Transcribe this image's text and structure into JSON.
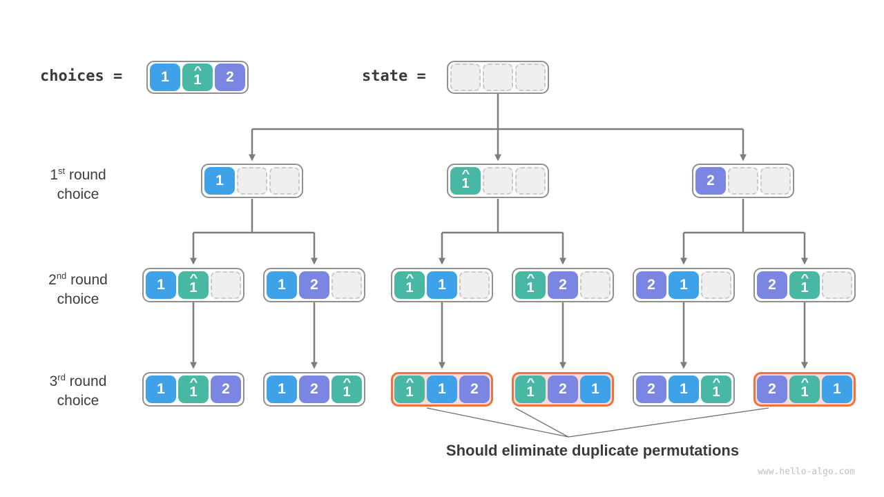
{
  "colors": {
    "cell_blue": "#3FA2E8",
    "cell_teal": "#48B8A5",
    "cell_purple": "#7B86E2",
    "empty_cell_fill": "#EFEFEF",
    "node_border": "#8F8F8F",
    "duplicate_border": "#F0703F",
    "duplicate_fill": "#FADCD6",
    "connector_gray": "#7D7D7D",
    "text_dark": "#3A3A3A",
    "watermark_gray": "#C0C0C0"
  },
  "header": {
    "choices_label": "choices =",
    "state_label": "state =",
    "choices": {
      "cells": [
        "1",
        "1̂",
        "2"
      ]
    },
    "state": {
      "cells": [
        "",
        "",
        ""
      ]
    }
  },
  "row_labels": [
    {
      "num": "1",
      "sup": "st",
      "rest": " round",
      "line2": "choice"
    },
    {
      "num": "2",
      "sup": "nd",
      "rest": " round",
      "line2": "choice"
    },
    {
      "num": "3",
      "sup": "rd",
      "rest": " round",
      "line2": "choice"
    }
  ],
  "tree": {
    "level1": [
      {
        "cells": [
          "1",
          "",
          ""
        ]
      },
      {
        "cells": [
          "1̂",
          "",
          ""
        ]
      },
      {
        "cells": [
          "2",
          "",
          ""
        ]
      }
    ],
    "level2": [
      {
        "cells": [
          "1",
          "1̂",
          ""
        ]
      },
      {
        "cells": [
          "1",
          "2",
          ""
        ]
      },
      {
        "cells": [
          "1̂",
          "1",
          ""
        ]
      },
      {
        "cells": [
          "1̂",
          "2",
          ""
        ]
      },
      {
        "cells": [
          "2",
          "1",
          ""
        ]
      },
      {
        "cells": [
          "2",
          "1̂",
          ""
        ]
      }
    ],
    "level3": [
      {
        "cells": [
          "1",
          "1̂",
          "2"
        ],
        "duplicate": false
      },
      {
        "cells": [
          "1",
          "2",
          "1̂"
        ],
        "duplicate": false
      },
      {
        "cells": [
          "1̂",
          "1",
          "2"
        ],
        "duplicate": true
      },
      {
        "cells": [
          "1̂",
          "2",
          "1"
        ],
        "duplicate": true
      },
      {
        "cells": [
          "2",
          "1",
          "1̂"
        ],
        "duplicate": false
      },
      {
        "cells": [
          "2",
          "1̂",
          "1"
        ],
        "duplicate": true
      }
    ]
  },
  "annotation": {
    "text": "Should eliminate duplicate permutations"
  },
  "watermark": "www.hello-algo.com"
}
